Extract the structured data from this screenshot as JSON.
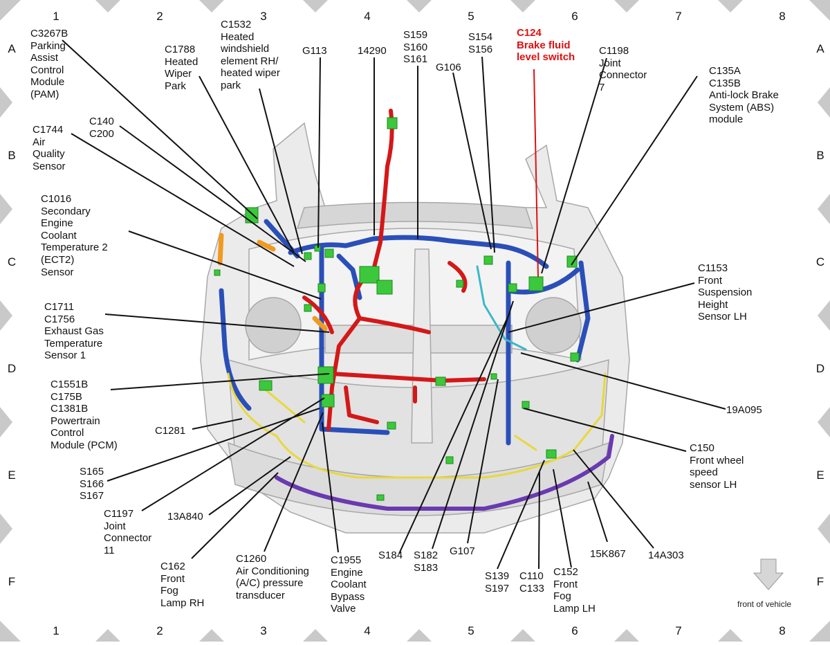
{
  "grid": {
    "columns": [
      "1",
      "2",
      "3",
      "4",
      "5",
      "6",
      "7",
      "8"
    ],
    "rows": [
      "A",
      "B",
      "C",
      "D",
      "E",
      "F"
    ]
  },
  "callouts": [
    {
      "id": "c3267b",
      "text": "C3267B\nParking\nAssist\nControl\nModule\n(PAM)"
    },
    {
      "id": "c1788",
      "text": "C1788\nHeated\nWiper\nPark"
    },
    {
      "id": "c1532",
      "text": "C1532\nHeated\nwindshield\nelement RH/\nheated wiper\npark"
    },
    {
      "id": "g113",
      "text": "G113"
    },
    {
      "id": "n14290",
      "text": "14290"
    },
    {
      "id": "s159",
      "text": "S159\nS160\nS161"
    },
    {
      "id": "g106",
      "text": "G106"
    },
    {
      "id": "s154",
      "text": "S154\nS156"
    },
    {
      "id": "c124",
      "text": "C124\nBrake fluid\nlevel switch",
      "highlight": true
    },
    {
      "id": "c1198",
      "text": "C1198\nJoint\nConnector\n7"
    },
    {
      "id": "c135a",
      "text": "C135A\nC135B\nAnti-lock Brake\nSystem (ABS)\nmodule"
    },
    {
      "id": "c140",
      "text": "C140\nC200"
    },
    {
      "id": "c1744",
      "text": "C1744\nAir\nQuality\nSensor"
    },
    {
      "id": "c1016",
      "text": "C1016\nSecondary\nEngine\nCoolant\nTemperature 2\n(ECT2)\nSensor"
    },
    {
      "id": "c1153",
      "text": "C1153\nFront\nSuspension\nHeight\nSensor LH"
    },
    {
      "id": "c1711",
      "text": "C1711\nC1756\nExhaust Gas\nTemperature\nSensor 1"
    },
    {
      "id": "c1551b",
      "text": "C1551B\nC175B\nC1381B\nPowertrain\nControl\nModule (PCM)"
    },
    {
      "id": "n19a095",
      "text": "19A095"
    },
    {
      "id": "c1281",
      "text": "C1281"
    },
    {
      "id": "c150",
      "text": "C150\nFront wheel\nspeed\nsensor LH"
    },
    {
      "id": "s165",
      "text": "S165\nS166\nS167"
    },
    {
      "id": "c1197",
      "text": "C1197\nJoint\nConnector\n11"
    },
    {
      "id": "n13a840",
      "text": "13A840"
    },
    {
      "id": "c162",
      "text": "C162\nFront\nFog\nLamp RH"
    },
    {
      "id": "c1260",
      "text": "C1260\nAir Conditioning\n(A/C) pressure\ntransducer"
    },
    {
      "id": "c1955",
      "text": "C1955\nEngine\nCoolant\nBypass\nValve"
    },
    {
      "id": "s184",
      "text": "S184"
    },
    {
      "id": "s182",
      "text": "S182\nS183"
    },
    {
      "id": "g107",
      "text": "G107"
    },
    {
      "id": "s139",
      "text": "S139\nS197"
    },
    {
      "id": "c110",
      "text": "C110\nC133"
    },
    {
      "id": "c152",
      "text": "C152\nFront\nFog\nLamp LH"
    },
    {
      "id": "n15k867",
      "text": "15K867"
    },
    {
      "id": "n14a303",
      "text": "14A303"
    }
  ],
  "front_note": "front of vehicle",
  "colors": {
    "harness_blue": "#2a4fb8",
    "harness_red": "#d41818",
    "harness_yellow": "#e8d83a",
    "harness_purple": "#6a3ab0",
    "harness_cyan": "#3ab8c8",
    "harness_orange": "#f09a20",
    "connector_green": "#3cc83c",
    "highlight_red": "#e01010"
  }
}
